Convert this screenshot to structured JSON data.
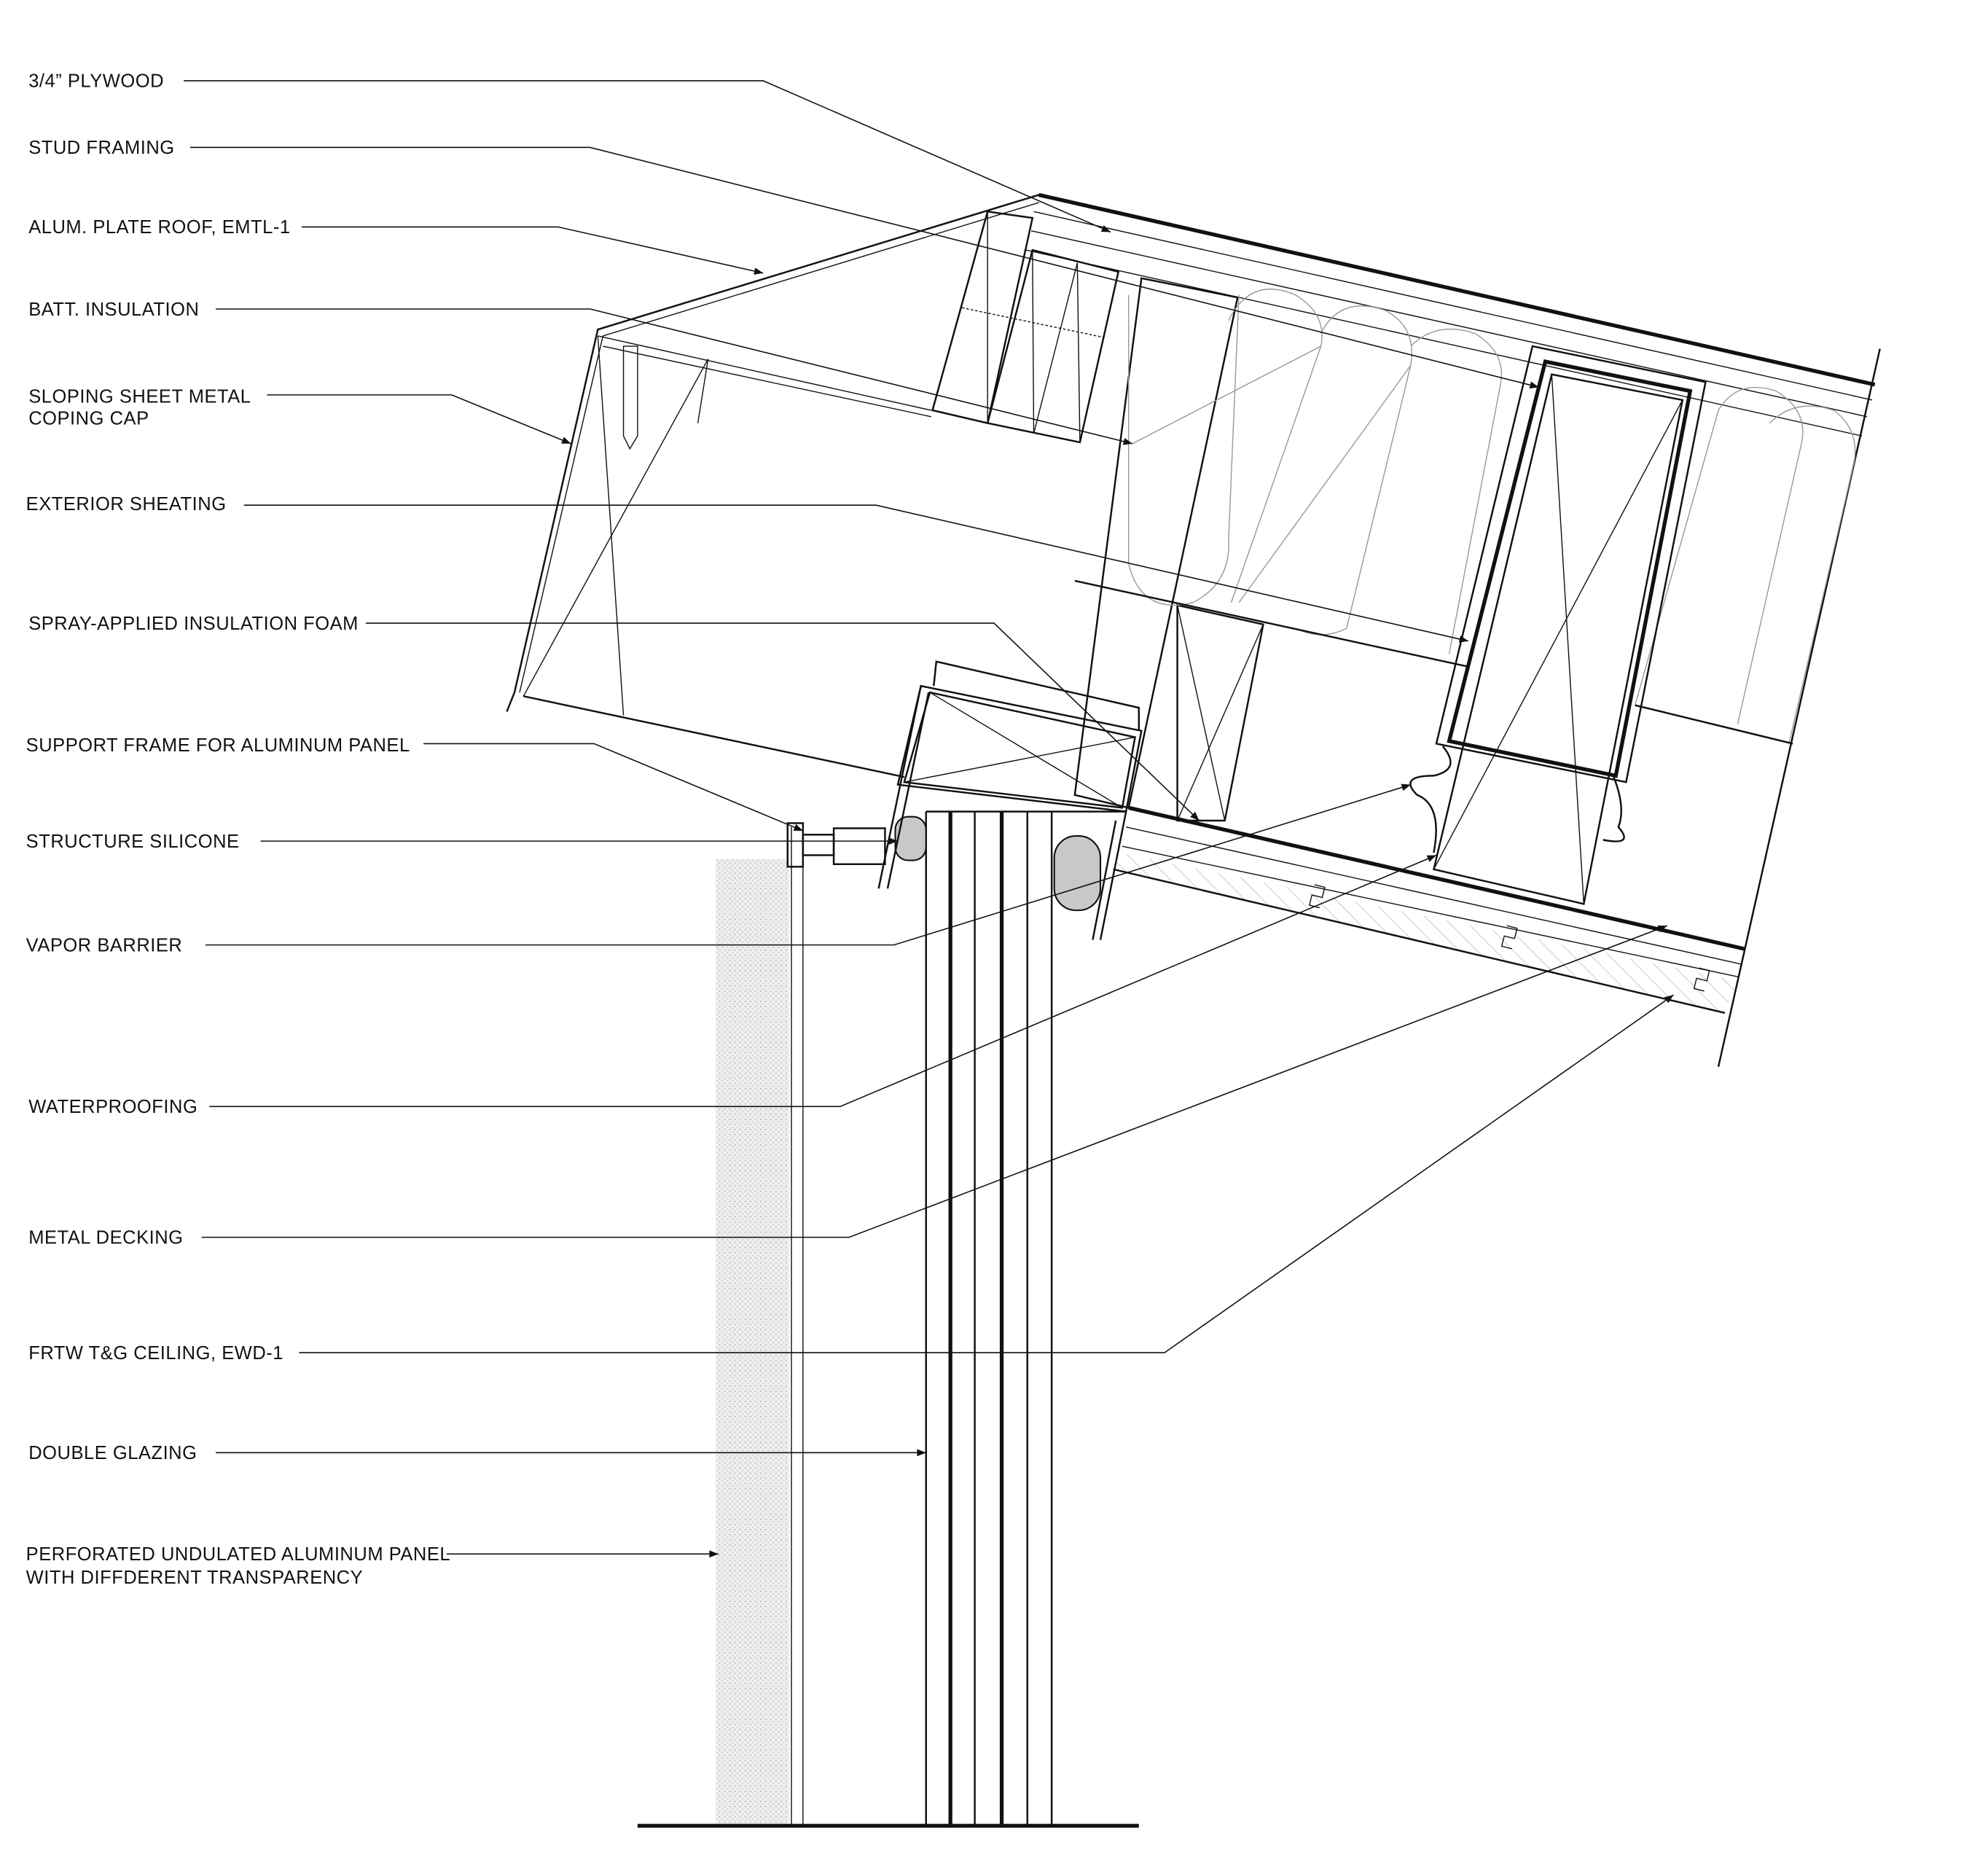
{
  "title_lines": [],
  "labels": {
    "plywood": [
      "3/4” PLYWOOD"
    ],
    "stud_framing": [
      "STUD FRAMING"
    ],
    "alum_plate_roof": [
      "ALUM. PLATE ROOF, EMTL-1"
    ],
    "batt_insulation": [
      "BATT. INSULATION"
    ],
    "coping_cap": [
      "SLOPING SHEET METAL",
      "COPING CAP"
    ],
    "exterior_sheathing": [
      "EXTERIOR SHEATING"
    ],
    "spray_foam": [
      "SPRAY-APPLIED INSULATION FOAM"
    ],
    "support_frame": [
      "SUPPORT FRAME FOR ALUMINUM PANEL"
    ],
    "structure_silicone": [
      "STRUCTURE SILICONE"
    ],
    "vapor_barrier": [
      "VAPOR BARRIER"
    ],
    "waterproofing": [
      "WATERPROOFING"
    ],
    "metal_decking": [
      "METAL DECKING"
    ],
    "ceiling": [
      "FRTW T&G CEILING, EWD-1"
    ],
    "double_glazing": [
      "DOUBLE GLAZING"
    ],
    "aluminum_panel": [
      "PERFORATED UNDULATED ALUMINUM PANEL",
      "WITH DIFFDERENT TRANSPARENCY"
    ]
  },
  "colors": {
    "line": "#111111",
    "silicone": "#c8c8c8",
    "panel": "#e6e6e6"
  }
}
